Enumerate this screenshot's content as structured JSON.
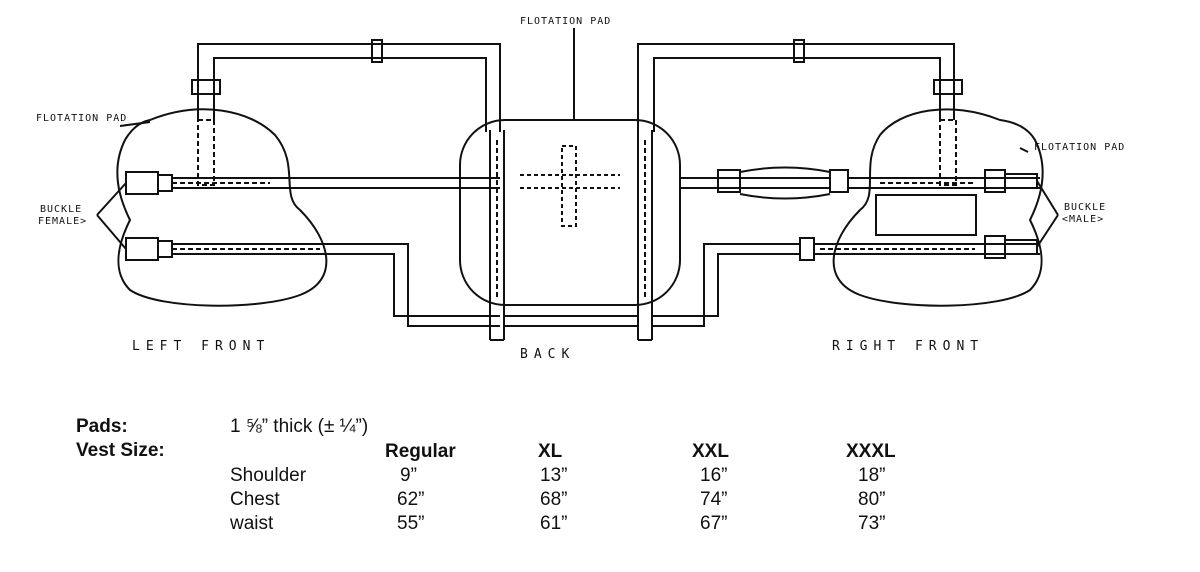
{
  "diagram": {
    "label_flotation_pad_top": "FLOTATION PAD",
    "label_flotation_pad_left": "FLOTATION PAD",
    "label_flotation_pad_right": "FLOTATION PAD",
    "label_buckle_female_1": "BUCKLE",
    "label_buckle_female_2": "FEMALE>",
    "label_buckle_male_1": "BUCKLE",
    "label_buckle_male_2": "<MALE>",
    "label_left_front": "LEFT FRONT",
    "label_back": "BACK",
    "label_right_front": "RIGHT FRONT"
  },
  "specs": {
    "pads_label": "Pads:",
    "pads_value": "1 ⅝” thick (± ¼”)",
    "vest_size_label": "Vest Size:",
    "columns": [
      "Regular",
      "XL",
      "XXL",
      "XXXL"
    ],
    "rows": [
      {
        "label": "Shoulder",
        "values": [
          "9”",
          "13”",
          "16”",
          "18”"
        ]
      },
      {
        "label": "Chest",
        "values": [
          "62”",
          "68”",
          "74”",
          "80”"
        ]
      },
      {
        "label": "waist",
        "values": [
          "55”",
          "61”",
          "67”",
          "73”"
        ]
      }
    ]
  }
}
